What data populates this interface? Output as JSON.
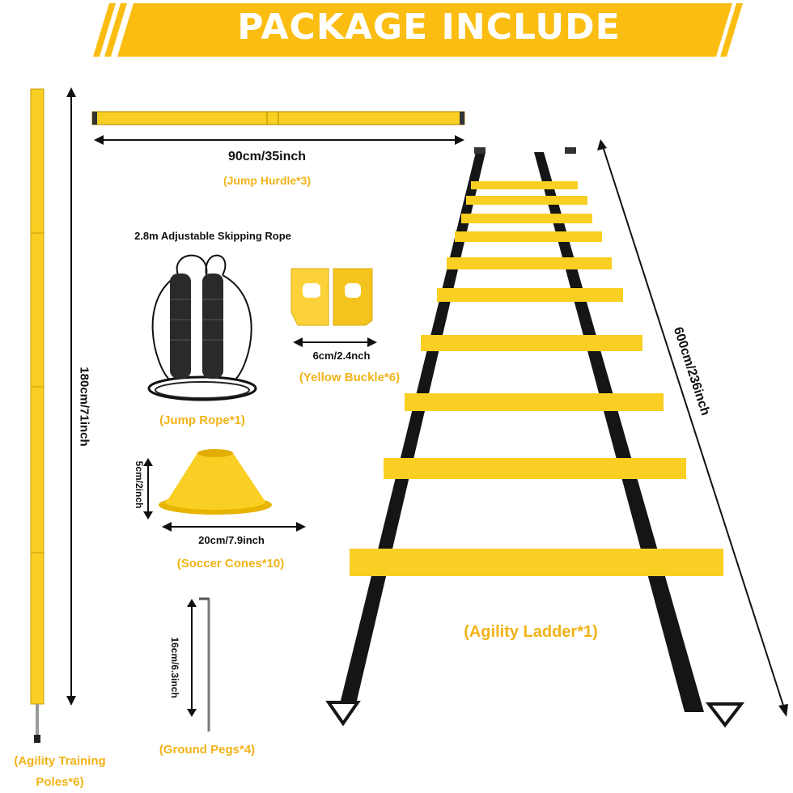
{
  "banner": {
    "title": "PACKAGE INCLUDE",
    "color": "#fbbd12"
  },
  "colors": {
    "item_yellow": "#f8cf22",
    "strap_black": "#151515",
    "label_orange": "#f2b318"
  },
  "items": {
    "hurdle": {
      "dimension": "90cm/35inch",
      "label": "(Jump Hurdle*3)"
    },
    "pole": {
      "dimension": "180cm/71inch",
      "label_line1": "(Agility Training",
      "label_line2": "Poles*6)"
    },
    "rope": {
      "title": "2.8m Adjustable Skipping Rope",
      "label": "(Jump Rope*1)"
    },
    "buckle": {
      "dimension": "6cm/2.4nch",
      "label": "(Yellow Buckle*6)"
    },
    "cone": {
      "height": "5cm/2inch",
      "width": "20cm/7.9inch",
      "label": "(Soccer Cones*10)"
    },
    "peg": {
      "dimension": "16cm/6.3inch",
      "label": "(Ground Pegs*4)"
    },
    "ladder": {
      "dimension": "600cm/236inch",
      "label": "(Agility Ladder*1)"
    }
  }
}
